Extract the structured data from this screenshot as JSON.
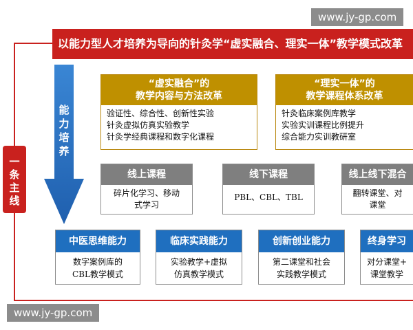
{
  "watermarks": {
    "top": "www.jy-gp.com",
    "bottom": "www.jy-gp.com"
  },
  "title": "以能力型人才培养为导向的针灸学“虚实融合、理实一体”教学模式改革",
  "main_line": "一条主线",
  "arrow_label": "能力培养",
  "reforms": [
    {
      "heading_line1": "“虚实融合”的",
      "heading_line2": "教学内容与方法改革",
      "items": [
        "验证性、综合性、创新性实验",
        "针灸虚拟仿真实验教学",
        "针灸学经典课程和数字化课程"
      ]
    },
    {
      "heading_line1": "“理实一体”的",
      "heading_line2": "教学课程体系改革",
      "items": [
        "针灸临床案例库教学",
        "实验实训课程比例提升",
        "综合能力实训教研室"
      ]
    }
  ],
  "modes": [
    {
      "heading": "线上课程",
      "line1": "碎片化学习、移动",
      "line2": "式学习"
    },
    {
      "heading": "线下课程",
      "line1": "PBL、CBL、TBL",
      "line2": ""
    },
    {
      "heading": "线上线下混合",
      "line1": "翻转课堂、对",
      "line2": "课堂"
    }
  ],
  "abilities": [
    {
      "heading": "中医思维能力",
      "line1": "数字案例库的",
      "line2": "CBL教学模式"
    },
    {
      "heading": "临床实践能力",
      "line1": "实验教学+虚拟",
      "line2": "仿真教学模式"
    },
    {
      "heading": "创新创业能力",
      "line1": "第二课堂和社会",
      "line2": "实践教学模式"
    },
    {
      "heading": "终身学习",
      "line1": "对分课堂+",
      "line2": "课堂教学"
    }
  ],
  "colors": {
    "red": "#c9211e",
    "gold": "#bf9000",
    "gray": "#7f7f7f",
    "blue": "#1f6fbf"
  }
}
